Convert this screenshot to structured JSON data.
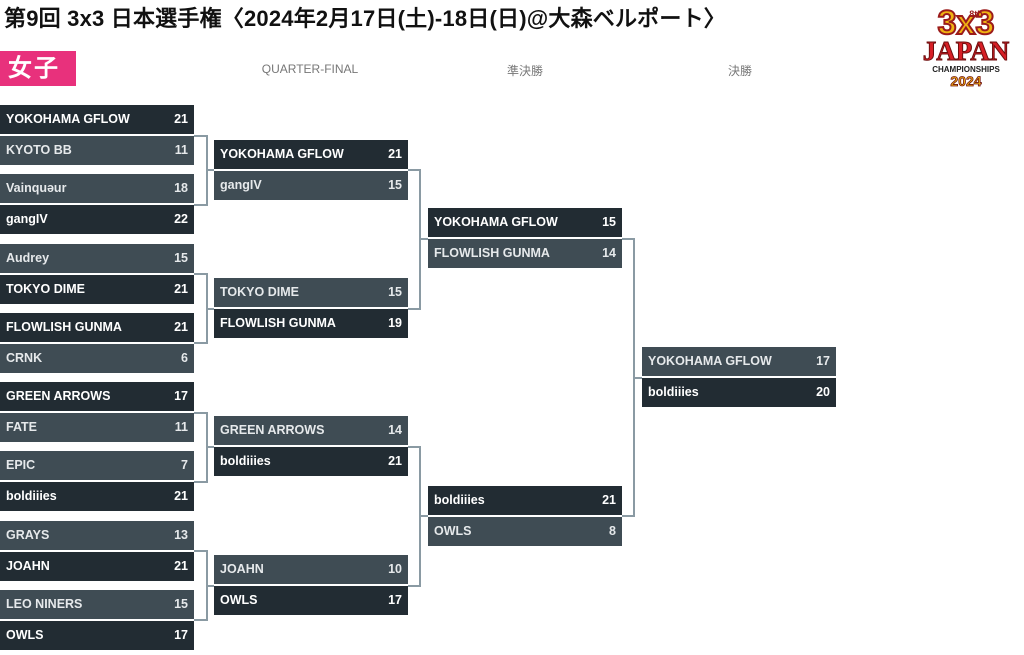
{
  "header": {
    "title": "第9回 3x3 日本選手権〈2024年2月17日(土)-18日(日)@大森ベルポート〉",
    "category": "女子"
  },
  "rounds": [
    "QUARTER-FINAL",
    "準決勝",
    "決勝"
  ],
  "logo": {
    "line1": "3x3",
    "line2": "JAPAN",
    "line3": "CHAMPIONSHIPS",
    "year": "2024",
    "edition": "8th"
  },
  "r16": [
    {
      "a": {
        "name": "YOKOHAMA GFLOW",
        "score": "21"
      },
      "b": {
        "name": "KYOTO BB",
        "score": "11"
      },
      "winner": "a"
    },
    {
      "a": {
        "name": "Vainquəur",
        "score": "18"
      },
      "b": {
        "name": "gangIV",
        "score": "22"
      },
      "winner": "b"
    },
    {
      "a": {
        "name": "Audrey",
        "score": "15"
      },
      "b": {
        "name": "TOKYO DIME",
        "score": "21"
      },
      "winner": "b"
    },
    {
      "a": {
        "name": "FLOWLISH GUNMA",
        "score": "21"
      },
      "b": {
        "name": "CRNK",
        "score": "6"
      },
      "winner": "a"
    },
    {
      "a": {
        "name": "GREEN ARROWS",
        "score": "17"
      },
      "b": {
        "name": "FATE",
        "score": "11"
      },
      "winner": "a"
    },
    {
      "a": {
        "name": "EPIC",
        "score": "7"
      },
      "b": {
        "name": "boldiiies",
        "score": "21"
      },
      "winner": "b"
    },
    {
      "a": {
        "name": "GRAYS",
        "score": "13"
      },
      "b": {
        "name": "JOAHN",
        "score": "21"
      },
      "winner": "b"
    },
    {
      "a": {
        "name": "LEO NINERS",
        "score": "15"
      },
      "b": {
        "name": "OWLS",
        "score": "17"
      },
      "winner": "b"
    }
  ],
  "qf": [
    {
      "a": {
        "name": "YOKOHAMA GFLOW",
        "score": "21"
      },
      "b": {
        "name": "gangIV",
        "score": "15"
      },
      "winner": "a"
    },
    {
      "a": {
        "name": "TOKYO DIME",
        "score": "15"
      },
      "b": {
        "name": "FLOWLISH GUNMA",
        "score": "19"
      },
      "winner": "b"
    },
    {
      "a": {
        "name": "GREEN ARROWS",
        "score": "14"
      },
      "b": {
        "name": "boldiiies",
        "score": "21"
      },
      "winner": "b"
    },
    {
      "a": {
        "name": "JOAHN",
        "score": "10"
      },
      "b": {
        "name": "OWLS",
        "score": "17"
      },
      "winner": "b"
    }
  ],
  "sf": [
    {
      "a": {
        "name": "YOKOHAMA GFLOW",
        "score": "15"
      },
      "b": {
        "name": "FLOWLISH GUNMA",
        "score": "14"
      },
      "winner": "a"
    },
    {
      "a": {
        "name": "boldiiies",
        "score": "21"
      },
      "b": {
        "name": "OWLS",
        "score": "8"
      },
      "winner": "a"
    }
  ],
  "final": [
    {
      "a": {
        "name": "YOKOHAMA GFLOW",
        "score": "17"
      },
      "b": {
        "name": "boldiiies",
        "score": "20"
      },
      "winner": "b"
    }
  ]
}
